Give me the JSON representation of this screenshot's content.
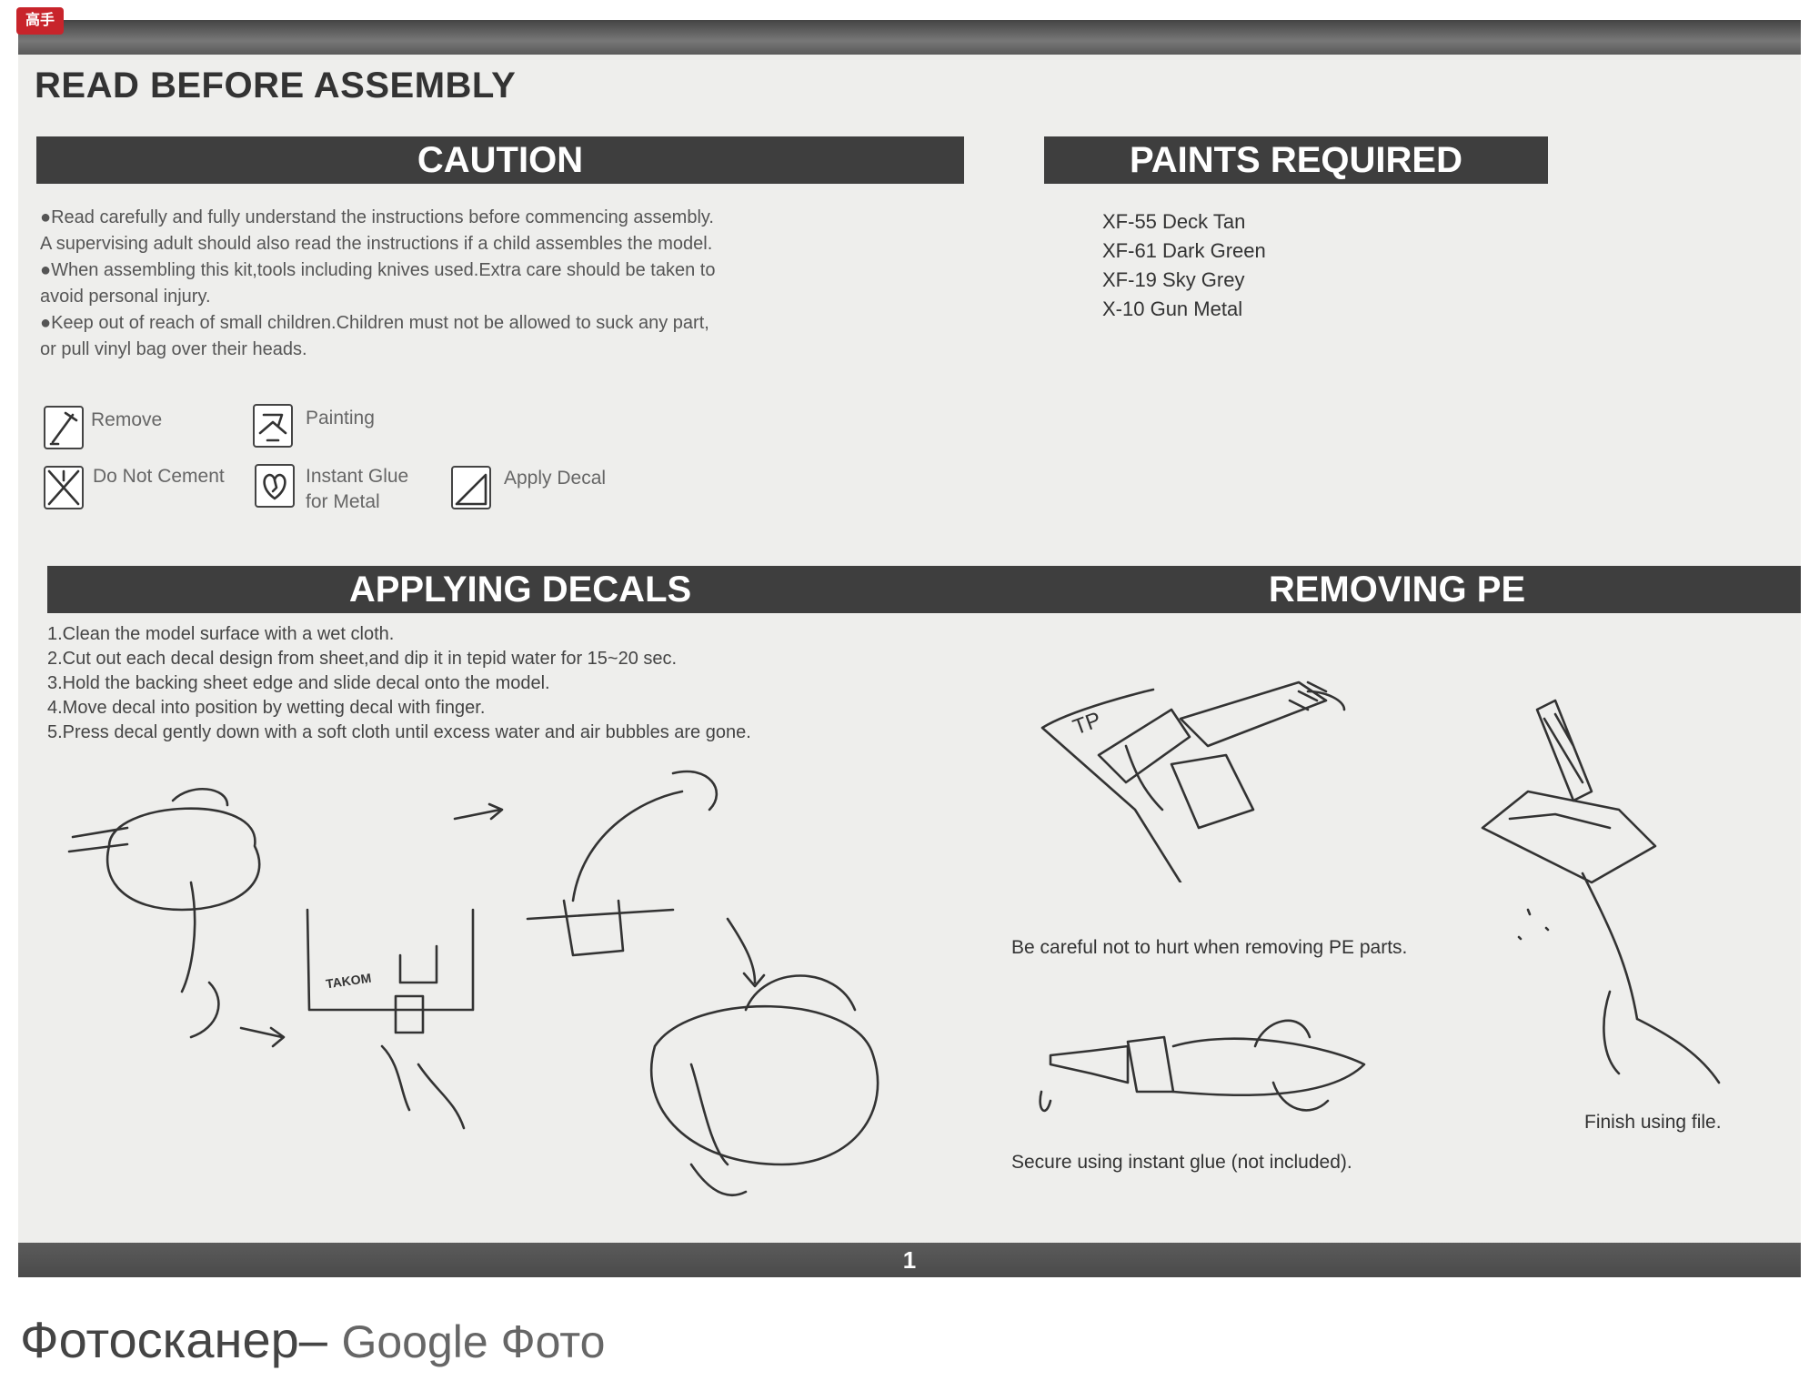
{
  "logo": {
    "text": "高手"
  },
  "header": {
    "title": "READ BEFORE ASSEMBLY"
  },
  "caution": {
    "title": "CAUTION",
    "lines": [
      "●Read carefully and fully understand the instructions before commencing assembly.",
      "A supervising adult should also read the instructions if a child assembles the model.",
      "●When assembling this kit,tools including knives used.Extra care should be taken to",
      "avoid personal injury.",
      "●Keep out of reach of small children.Children must not be allowed to suck any part,",
      "or pull vinyl bag over their heads."
    ]
  },
  "paints": {
    "title": "PAINTS REQUIRED",
    "items": [
      "XF-55 Deck Tan",
      "XF-61 Dark Green",
      "XF-19 Sky Grey",
      "X-10 Gun Metal"
    ]
  },
  "legend": {
    "remove": "Remove",
    "painting": "Painting",
    "do_not_cement": "Do Not Cement",
    "instant_glue_1": "Instant Glue",
    "instant_glue_2": "for Metal",
    "apply_decal": "Apply Decal"
  },
  "decals": {
    "title": "APPLYING DECALS",
    "steps": [
      "1.Clean the model surface with a wet cloth.",
      "2.Cut out each decal design from sheet,and dip it in tepid water for 15~20 sec.",
      "3.Hold the backing sheet edge and slide decal onto the model.",
      "4.Move decal into position by wetting decal with finger.",
      "5.Press decal gently down with a soft cloth until excess water and air bubbles are gone."
    ],
    "sheet_label": "TAKOM"
  },
  "removing_pe": {
    "title": "REMOVING PE",
    "caption_careful": "Be careful not to hurt when removing PE parts.",
    "caption_glue": "Secure using instant glue (not included).",
    "caption_file": "Finish using file.",
    "fret_label": "TP"
  },
  "page": {
    "number": "1"
  },
  "footer": {
    "app": "Фотосканер",
    "sep": "– ",
    "source": "Google Фото"
  }
}
